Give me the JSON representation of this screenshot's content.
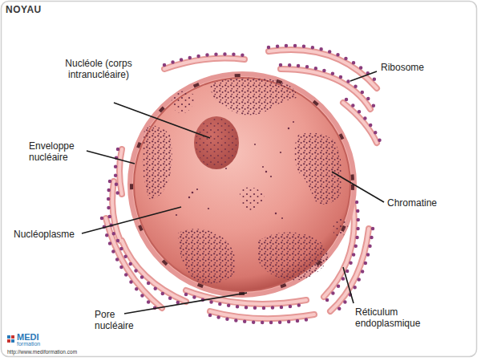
{
  "diagram": {
    "title": "NOYAU",
    "labels": [
      "Nucléole (corps intranucléaire)",
      "Ribosome",
      "Enveloppe nucléaire",
      "Chromatine",
      "Nucléoplasme",
      "Pore nucléaire",
      "Réticulum endoplasmique",
      "MEDI",
      "formation",
      "http://www.mediformation.com"
    ]
  }
}
